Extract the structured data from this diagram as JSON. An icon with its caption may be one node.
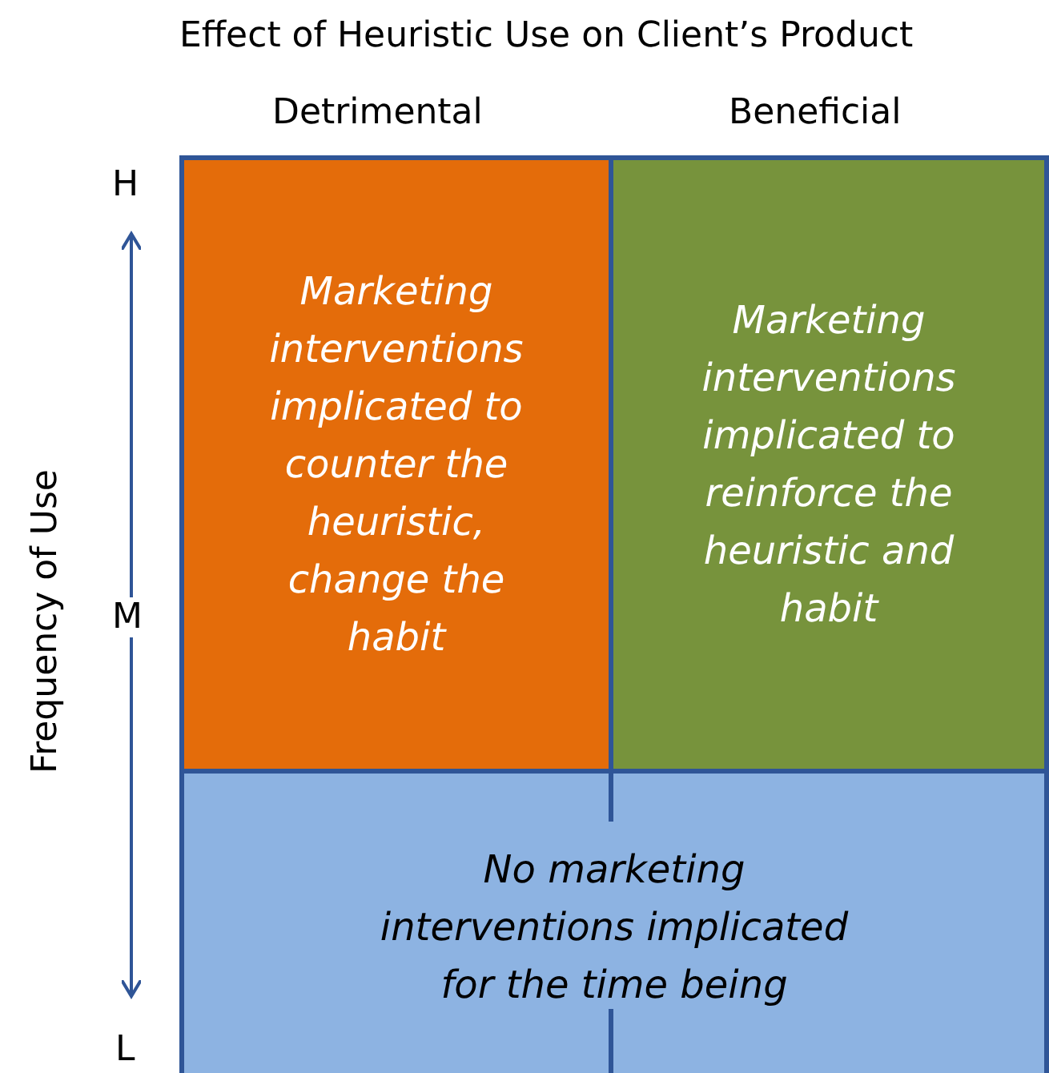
{
  "diagram": {
    "title": "Effect of Heuristic Use on Client’s Product",
    "nodes": [
      {
        "text": [
          "Marketing interventions implicated to counter the heuristic, change the habit"
        ]
      },
      {
        "text": [
          "Marketing interventions implicated to reinforce the heuristic and habit"
        ]
      },
      {
        "text": [
          "No marketing interventions implicated for the time being"
        ]
      }
    ],
    "edges": [],
    "labels": [
      "Detrimental",
      "Beneficial",
      "H",
      "Frequency of Use",
      "M",
      "L"
    ]
  }
}
